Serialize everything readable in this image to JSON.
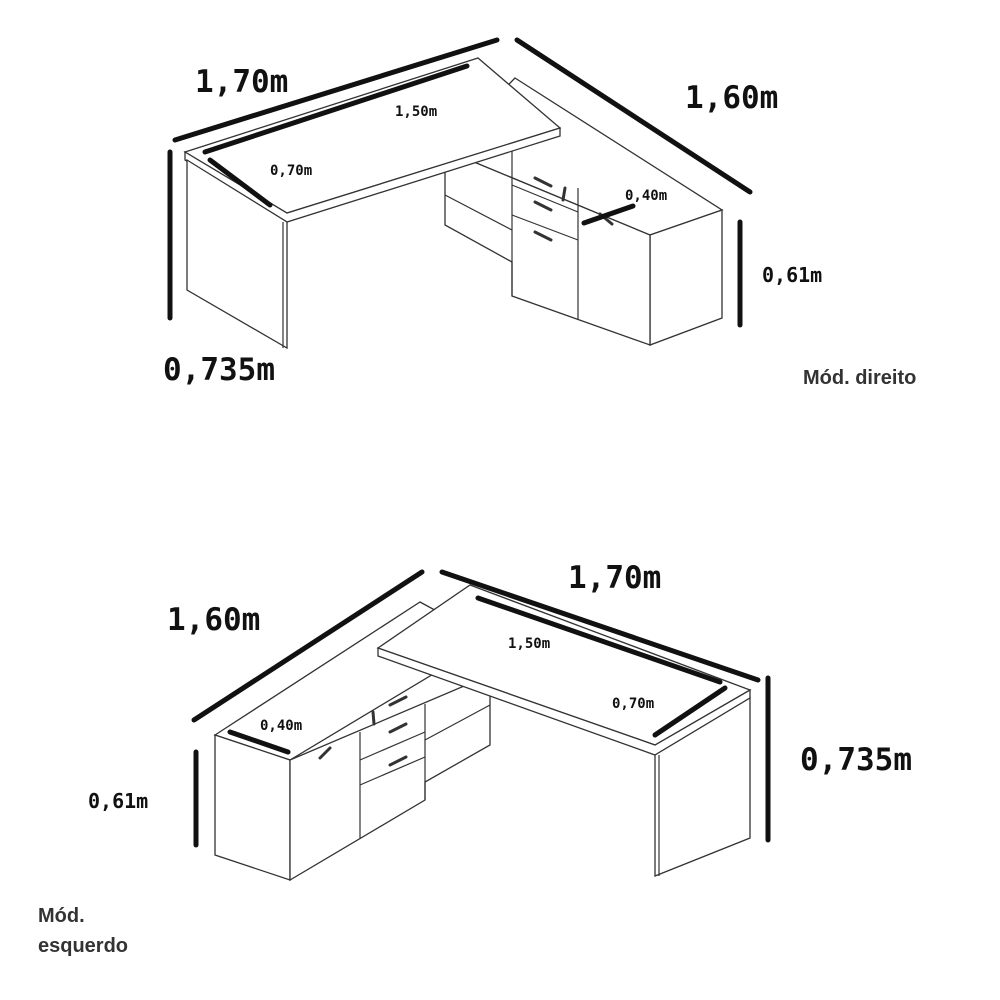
{
  "right_module": {
    "label": "Mód. direito",
    "dims": {
      "desk_length": "1,70m",
      "total_length": "1,60m",
      "inner_length": "1,50m",
      "desk_depth": "0,70m",
      "cabinet_depth": "0,40m",
      "cabinet_height": "0,61m",
      "desk_height": "0,735m"
    }
  },
  "left_module": {
    "label_line1": "Mód.",
    "label_line2": "esquerdo",
    "dims": {
      "total_length": "1,60m",
      "desk_length": "1,70m",
      "inner_length": "1,50m",
      "desk_depth": "0,70m",
      "cabinet_depth": "0,40m",
      "cabinet_height": "0,61m",
      "desk_height": "0,735m"
    }
  }
}
